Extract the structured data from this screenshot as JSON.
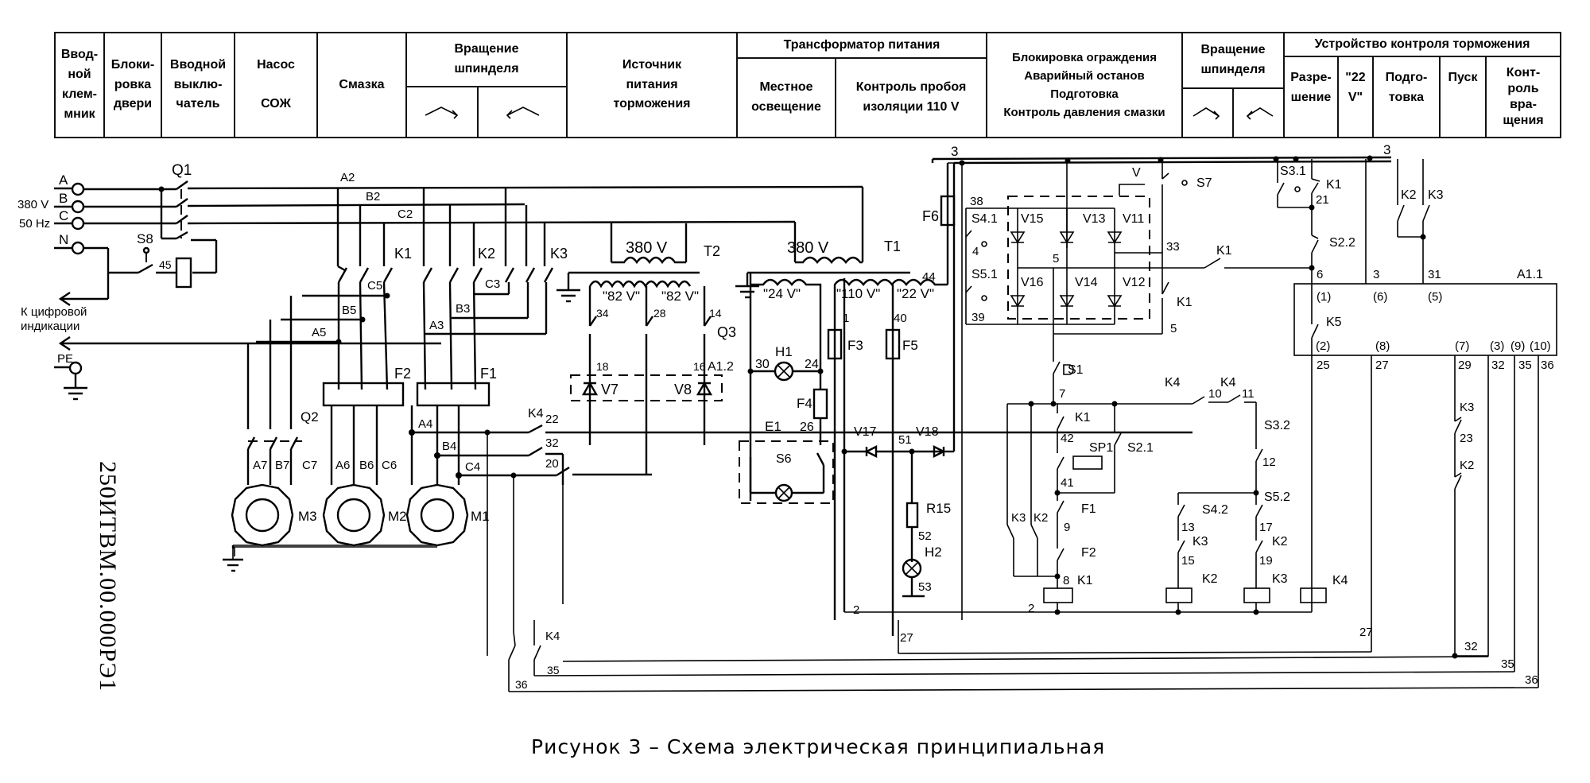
{
  "header": {
    "cells": [
      {
        "id": "input-terminal",
        "label": "Ввод-\nной\nклем-\nмник"
      },
      {
        "id": "door-lock",
        "label": "Блоки-\nровка\nдвери"
      },
      {
        "id": "input-switch",
        "label": "Вводной\nвыклю-\nчатель"
      },
      {
        "id": "coolant-pump",
        "label": "Насос\n\nСОЖ"
      },
      {
        "id": "lubrication",
        "label": "Смазка"
      },
      {
        "id": "spindle-rotation",
        "label": "Вращение\nшпинделя",
        "sub": [
          "cw-arrow",
          "ccw-arrow"
        ]
      },
      {
        "id": "brake-power",
        "label": "Источник\nпитания\nторможения"
      },
      {
        "id": "power-transformer",
        "label": "Трансформатор питания",
        "sub_labels": [
          "Местное\nосвещение",
          "Контроль пробоя\nизоляции 110 V"
        ]
      },
      {
        "id": "guard-lock",
        "label": "Блокировка ограждения\nАварийный останов\nПодготовка\nКонтроль давления смазки"
      },
      {
        "id": "spindle-rotation-2",
        "label": "Вращение\nшпинделя",
        "sub": [
          "cw-arrow",
          "ccw-arrow"
        ]
      },
      {
        "id": "brake-control",
        "label": "Устройство контроля торможения",
        "sub_labels": [
          "Разре-\nшение",
          "\"22 V\"",
          "Подго-\nтовка",
          "Пуск",
          "Конт-\nроль\nвра-\nщения"
        ]
      }
    ]
  },
  "labels": {
    "phaseA": "A",
    "phaseB": "B",
    "phaseC": "C",
    "neutral": "N",
    "voltage": "380 V",
    "freq": "50 Hz",
    "pe": "PE",
    "Q1": "Q1",
    "S8": "S8",
    "n45": "45",
    "digital": "К цифровой",
    "digital2": "индикации",
    "A2": "A2",
    "B2": "B2",
    "C2": "C2",
    "K1": "K1",
    "K2": "K2",
    "K3": "K3",
    "C5": "C5",
    "B5": "B5",
    "A5": "A5",
    "A3": "A3",
    "B3": "B3",
    "C3": "C3",
    "F1": "F1",
    "F2": "F2",
    "Q2": "Q2",
    "A7": "A7",
    "B7": "B7",
    "C7": "C7",
    "A6": "A6",
    "B6": "B6",
    "C6": "C6",
    "A4": "A4",
    "B4": "B4",
    "C4": "C4",
    "M1": "M1",
    "M2": "M2",
    "M3": "M3",
    "K4": "K4",
    "n22": "22",
    "n32": "32",
    "n20": "20",
    "v380a": "380 V",
    "v380b": "380 V",
    "T2": "T2",
    "T1": "T1",
    "v82a": "\"82 V\"",
    "v82b": "\"82 V\"",
    "n34": "34",
    "n28": "28",
    "n14": "14",
    "Q3": "Q3",
    "n18": "18",
    "n16": "16",
    "A12": "A1.2",
    "V7": "V7",
    "V8": "V8",
    "v24": "\"24 V\"",
    "v110": "\"110 V\"",
    "v22": "\"22 V\"",
    "n44": "44",
    "n1": "1",
    "n40": "40",
    "F3": "F3",
    "F5": "F5",
    "F6": "F6",
    "n30": "30",
    "H1": "H1",
    "n24": "24",
    "F4": "F4",
    "E1": "E1",
    "n26": "26",
    "S6": "S6",
    "V17": "V17",
    "V18": "V18",
    "n51": "51",
    "R15": "R15",
    "n52": "52",
    "H2": "H2",
    "n53": "53",
    "n2": "2",
    "n27": "27",
    "n3": "3",
    "n38": "38",
    "S41": "S4.1",
    "n4": "4",
    "S51": "S5.1",
    "n39": "39",
    "V15": "V15",
    "V13": "V13",
    "V11": "V11",
    "V16": "V16",
    "V14": "V14",
    "V12": "V12",
    "n5": "5",
    "V": "V",
    "S7": "S7",
    "n33": "33",
    "S31": "S3.1",
    "n21": "21",
    "S22": "S2.2",
    "n6": "6",
    "n31": "31",
    "A11": "A1.1",
    "p1": "(1)",
    "p6": "(6)",
    "p5": "(5)",
    "K5": "K5",
    "p2": "(2)",
    "p8": "(8)",
    "p7": "(7)",
    "p3": "(3)",
    "p9": "(9)",
    "p10": "(10)",
    "n25": "25",
    "n29": "29",
    "n35": "35",
    "n36": "36",
    "n23": "23",
    "S1": "S1",
    "n7": "7",
    "n42": "42",
    "SP1": "SP1",
    "S21": "S2.1",
    "n41": "41",
    "n9": "9",
    "n8": "8",
    "n10": "10",
    "n11": "11",
    "S32": "S3.2",
    "n12": "12",
    "S52": "S5.2",
    "S42": "S4.2",
    "n13": "13",
    "n15": "15",
    "n17": "17",
    "n19": "19"
  },
  "doc_code": "250ИТВМ.00.000РЭ1",
  "caption": "Рисунок 3 – Схема электрическая принципиальная"
}
